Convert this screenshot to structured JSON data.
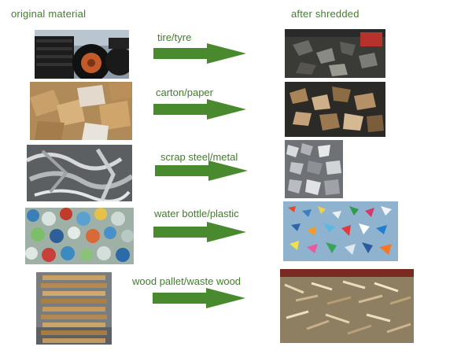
{
  "headers": {
    "left": "original material",
    "right": "after shredded"
  },
  "rows": [
    {
      "label": "tire/tyre",
      "original_image": "stack of tires",
      "shredded_image": "shredded tire chips"
    },
    {
      "label": "carton/paper",
      "original_image": "pile of cardboard boxes",
      "shredded_image": "shredded cardboard"
    },
    {
      "label": "scrap steel/metal",
      "original_image": "scrap metal pile",
      "shredded_image": "shredded metal pieces"
    },
    {
      "label": "water bottle/plastic",
      "original_image": "pile of plastic bottles",
      "shredded_image": "shredded plastic flakes"
    },
    {
      "label": "wood pallet/waste wood",
      "original_image": "stack of wood pallets",
      "shredded_image": "wood chips"
    }
  ],
  "colors": {
    "accent_green": "#3f7f2a",
    "arrow_green": "#4a8a2e"
  },
  "icons": {
    "arrow": "right-arrow-icon"
  }
}
